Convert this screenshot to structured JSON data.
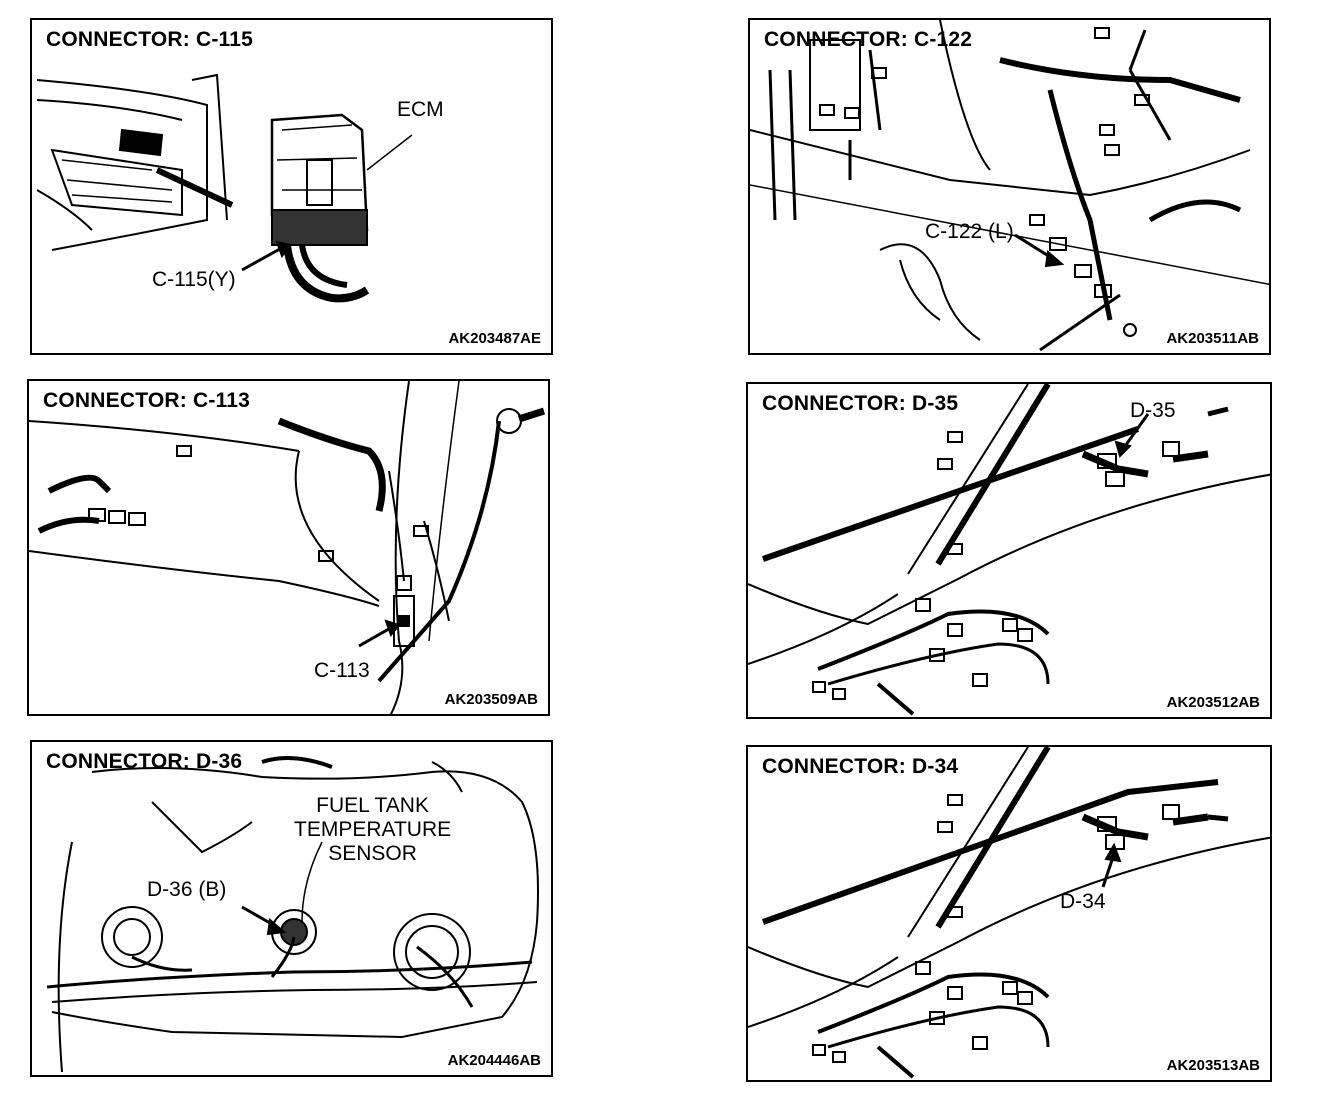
{
  "panels": [
    {
      "id": "c115",
      "title": "CONNECTOR: C-115",
      "code": "AK203487AE",
      "callouts": [
        "ECM",
        "C-115(Y)"
      ]
    },
    {
      "id": "c122",
      "title": "CONNECTOR: C-122",
      "code": "AK203511AB",
      "callouts": [
        "C-122 (L)"
      ]
    },
    {
      "id": "c113",
      "title": "CONNECTOR: C-113",
      "code": "AK203509AB",
      "callouts": [
        "C-113"
      ]
    },
    {
      "id": "d35",
      "title": "CONNECTOR: D-35",
      "code": "AK203512AB",
      "callouts": [
        "D-35"
      ]
    },
    {
      "id": "d36",
      "title": "CONNECTOR: D-36",
      "code": "AK204446AB",
      "callouts": [
        "FUEL TANK\nTEMPERATURE\nSENSOR",
        "D-36 (B)"
      ]
    },
    {
      "id": "d34",
      "title": "CONNECTOR: D-34",
      "code": "AK203513AB",
      "callouts": [
        "D-34"
      ]
    }
  ]
}
